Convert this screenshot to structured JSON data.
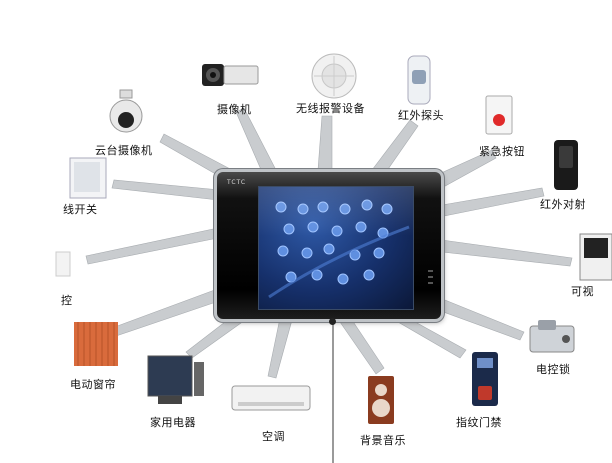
{
  "hub": {
    "brand": "TCTC"
  },
  "devices": [
    {
      "id": "camera",
      "label": "摄像机",
      "icon": "camera-icon"
    },
    {
      "id": "wireless-alarm",
      "label": "无线报警设备",
      "icon": "wireless-alarm-icon"
    },
    {
      "id": "ir-probe",
      "label": "红外探头",
      "icon": "ir-probe-icon"
    },
    {
      "id": "ptz-camera",
      "label": "云台摄像机",
      "icon": "ptz-camera-icon"
    },
    {
      "id": "emergency-button",
      "label": "紧急按钮",
      "icon": "emergency-button-icon"
    },
    {
      "id": "light-switch",
      "label": "线开关",
      "icon": "light-switch-icon"
    },
    {
      "id": "ir-beam",
      "label": "红外对射",
      "icon": "ir-beam-icon"
    },
    {
      "id": "left-partial",
      "label": "控",
      "icon": "device-icon"
    },
    {
      "id": "video-intercom",
      "label": "可视",
      "icon": "video-intercom-icon"
    },
    {
      "id": "electric-curtain",
      "label": "电动窗帘",
      "icon": "curtain-icon"
    },
    {
      "id": "electric-lock",
      "label": "电控锁",
      "icon": "electric-lock-icon"
    },
    {
      "id": "appliances",
      "label": "家用电器",
      "icon": "tv-icon"
    },
    {
      "id": "air-conditioner",
      "label": "空调",
      "icon": "air-conditioner-icon"
    },
    {
      "id": "background-music",
      "label": "背景音乐",
      "icon": "speaker-icon"
    },
    {
      "id": "fingerprint-lock",
      "label": "指纹门禁",
      "icon": "fingerprint-lock-icon"
    }
  ],
  "colors": {
    "ray": "#c9cccf",
    "ray_edge": "#a8acb0",
    "screen": "#1d3f86",
    "panel": "#0a0a0a"
  }
}
